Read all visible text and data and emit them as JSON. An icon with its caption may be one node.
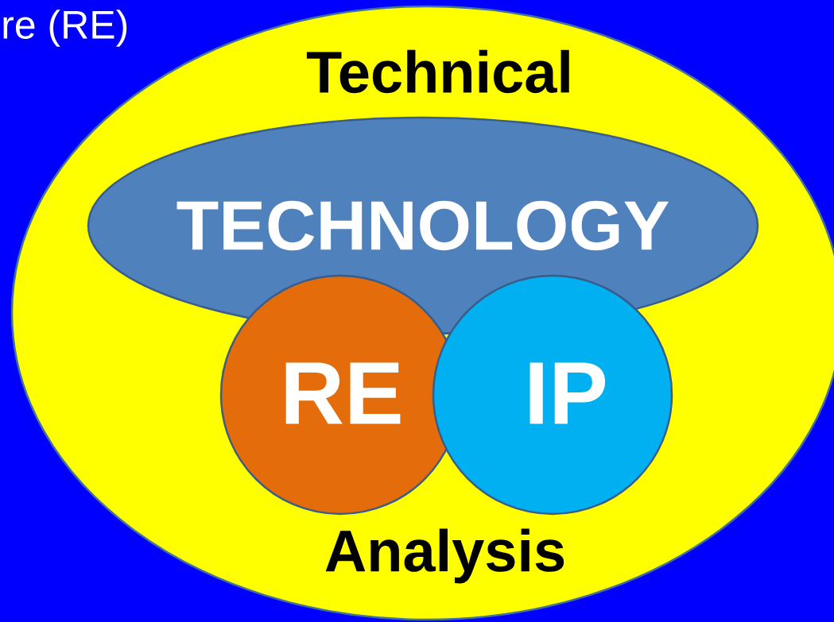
{
  "diagram": {
    "nodes": [
      {
        "text": [
          "Technical",
          "Analysis"
        ]
      },
      {
        "text": [
          "TECHNOLOGY"
        ],
        "in": 0
      },
      {
        "text": [
          "RE"
        ],
        "in": 0
      },
      {
        "text": [
          "IP"
        ],
        "in": 0
      }
    ],
    "labels": [
      "re (RE)"
    ]
  }
}
